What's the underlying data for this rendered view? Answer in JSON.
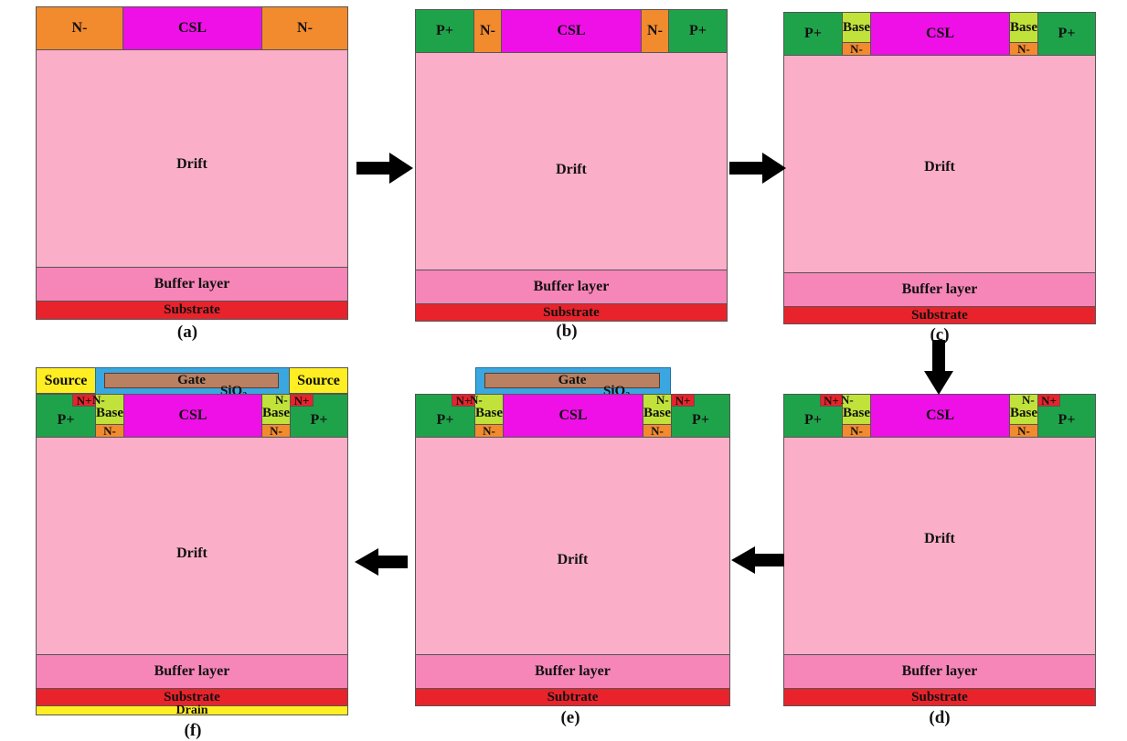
{
  "labels": {
    "n_minus": "N-",
    "n_plus": "N+",
    "p_plus": "P+",
    "csl": "CSL",
    "drift": "Drift",
    "buffer": "Buffer layer",
    "substrate": "Substrate",
    "substrate_misspelled": "Subtrate",
    "base": "Base",
    "gate": "Gate",
    "sio2": "SiO",
    "sio2_sub": "2",
    "source": "Source",
    "drain": "Drain"
  },
  "captions": {
    "a": "(a)",
    "b": "(b)",
    "c": "(c)",
    "d": "(d)",
    "e": "(e)",
    "f": "(f)"
  },
  "colors": {
    "n_minus": "#f28a2e",
    "csl": "#ee10e6",
    "drift": "#fbaec8",
    "buffer": "#f685b8",
    "substrate": "#e8232b",
    "p_plus": "#1fa34a",
    "base": "#c0e23a",
    "n_plus": "#e8232b",
    "source_drain": "#ffee22",
    "oxide": "#3aa7e0",
    "gate": "#b98061",
    "arrow": "#000000"
  }
}
